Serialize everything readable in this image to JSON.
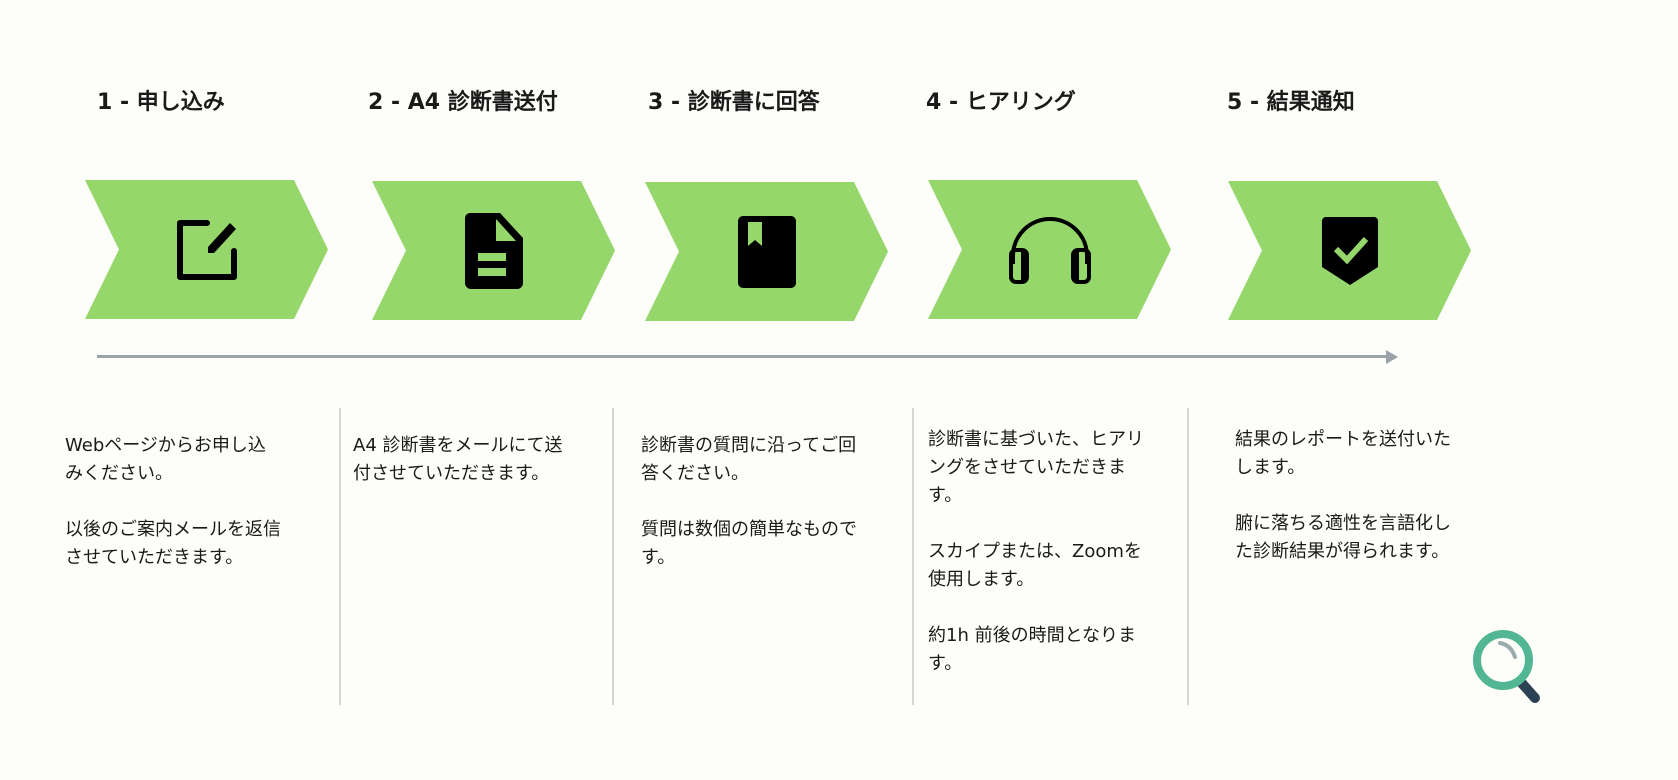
{
  "steps": [
    {
      "title": "1 - 申し込み",
      "icon": "edit-icon",
      "paragraphs": [
        "Webページからお申し込\nみください。",
        "以後のご案内メールを返信\nさせていただきます。"
      ]
    },
    {
      "title": "2 - A4 診断書送付",
      "icon": "document-icon",
      "paragraphs": [
        "A4 診断書をメールにて送\n付させていただきます。"
      ]
    },
    {
      "title": "3 - 診断書に回答",
      "icon": "book-icon",
      "paragraphs": [
        "診断書の質問に沿ってご回\n答ください。",
        "質問は数個の簡単なもので\nす。"
      ]
    },
    {
      "title": "4 - ヒアリング",
      "icon": "headphones-icon",
      "paragraphs": [
        "診断書に基づいた、ヒアリ\nングをさせていただきま\nす。",
        "スカイプまたは、Zoomを\n使用します。",
        "約1h 前後の時間となりま\nす。"
      ]
    },
    {
      "title": "5 - 結果通知",
      "icon": "shield-check-icon",
      "paragraphs": [
        "結果のレポートを送付いた\nします。",
        "腑に落ちる適性を言語化し\nた診断結果が得られます。"
      ]
    }
  ],
  "colors": {
    "chevron": "#95d76a",
    "arrow": "#9aa4a8"
  }
}
